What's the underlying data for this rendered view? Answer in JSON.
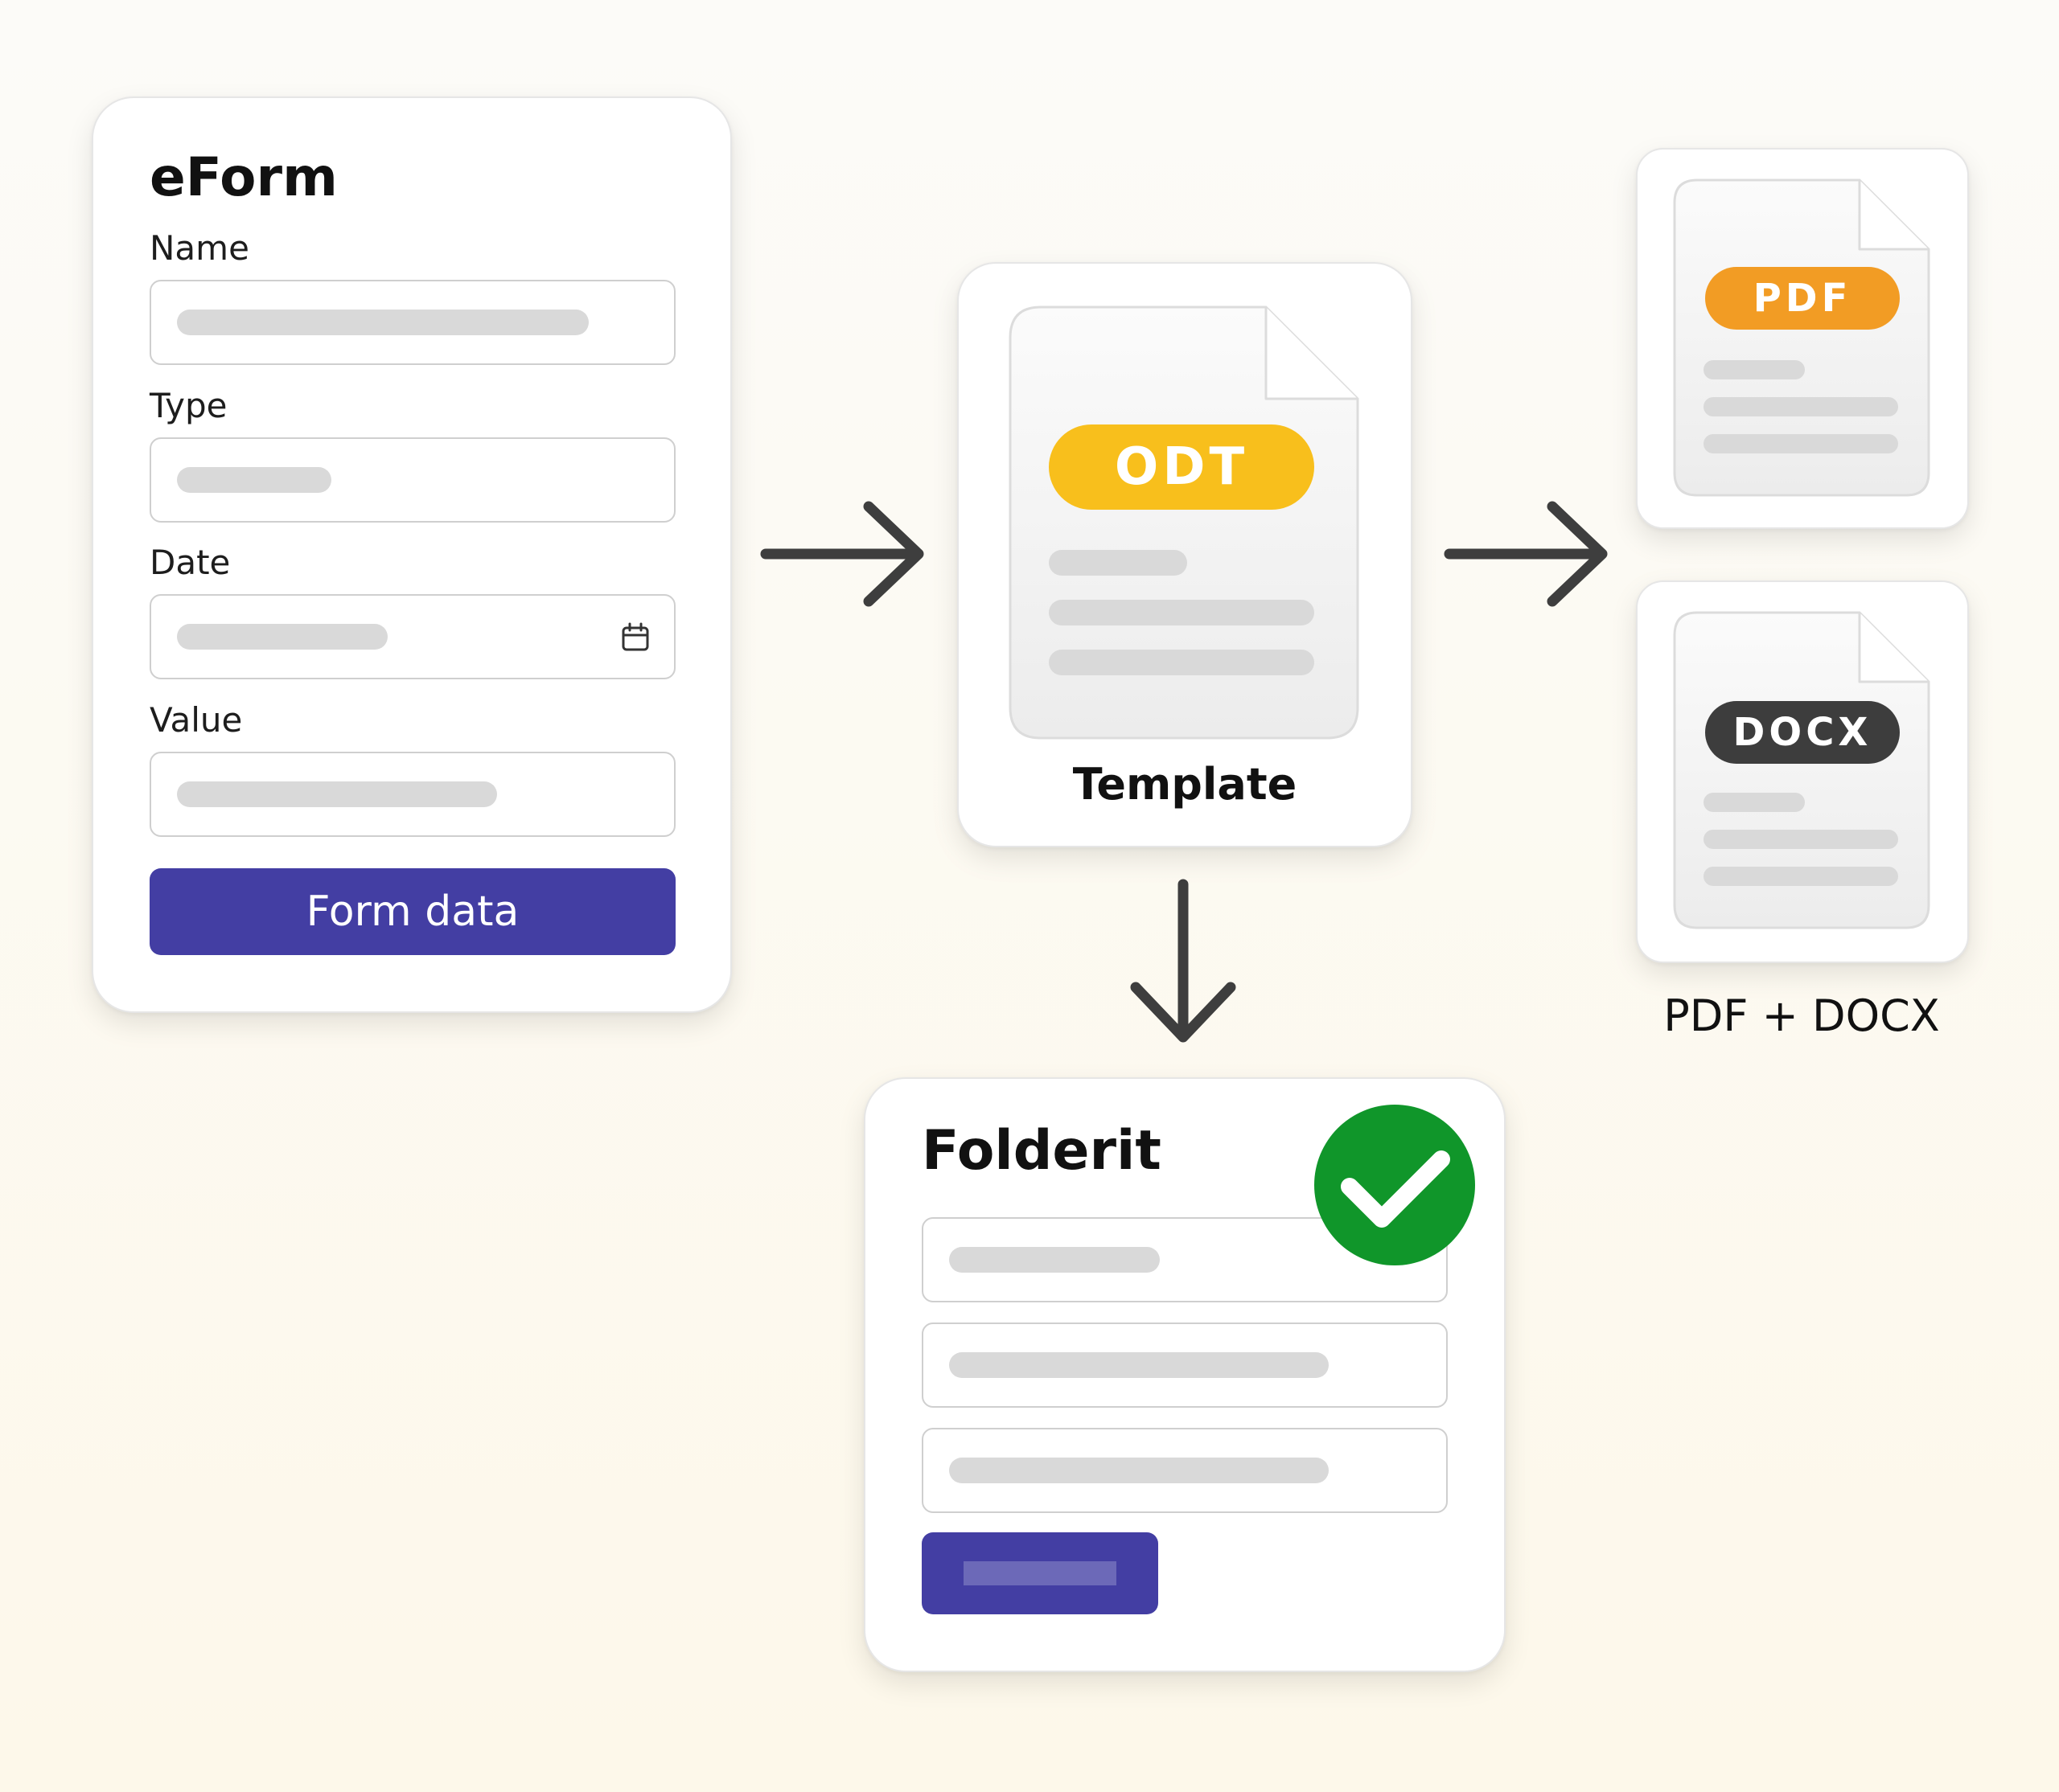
{
  "colors": {
    "primary": "#433ea3",
    "odt": "#f8bf1c",
    "pdf": "#f29c24",
    "docx": "#3d3d3d",
    "success": "#10962a",
    "arrow": "#3e3e3e",
    "placeholder": "#d9d9d9"
  },
  "eform": {
    "title": "eForm",
    "fields": [
      {
        "label": "Name"
      },
      {
        "label": "Type"
      },
      {
        "label": "Date",
        "icon": "calendar-icon"
      },
      {
        "label": "Value"
      }
    ],
    "button_label": "Form data"
  },
  "template": {
    "badge": "ODT",
    "caption": "Template"
  },
  "outputs": {
    "pdf_badge": "PDF",
    "docx_badge": "DOCX",
    "caption": "PDF + DOCX"
  },
  "folderit": {
    "title": "Folderit",
    "status_icon": "checkmark-circle-icon"
  }
}
